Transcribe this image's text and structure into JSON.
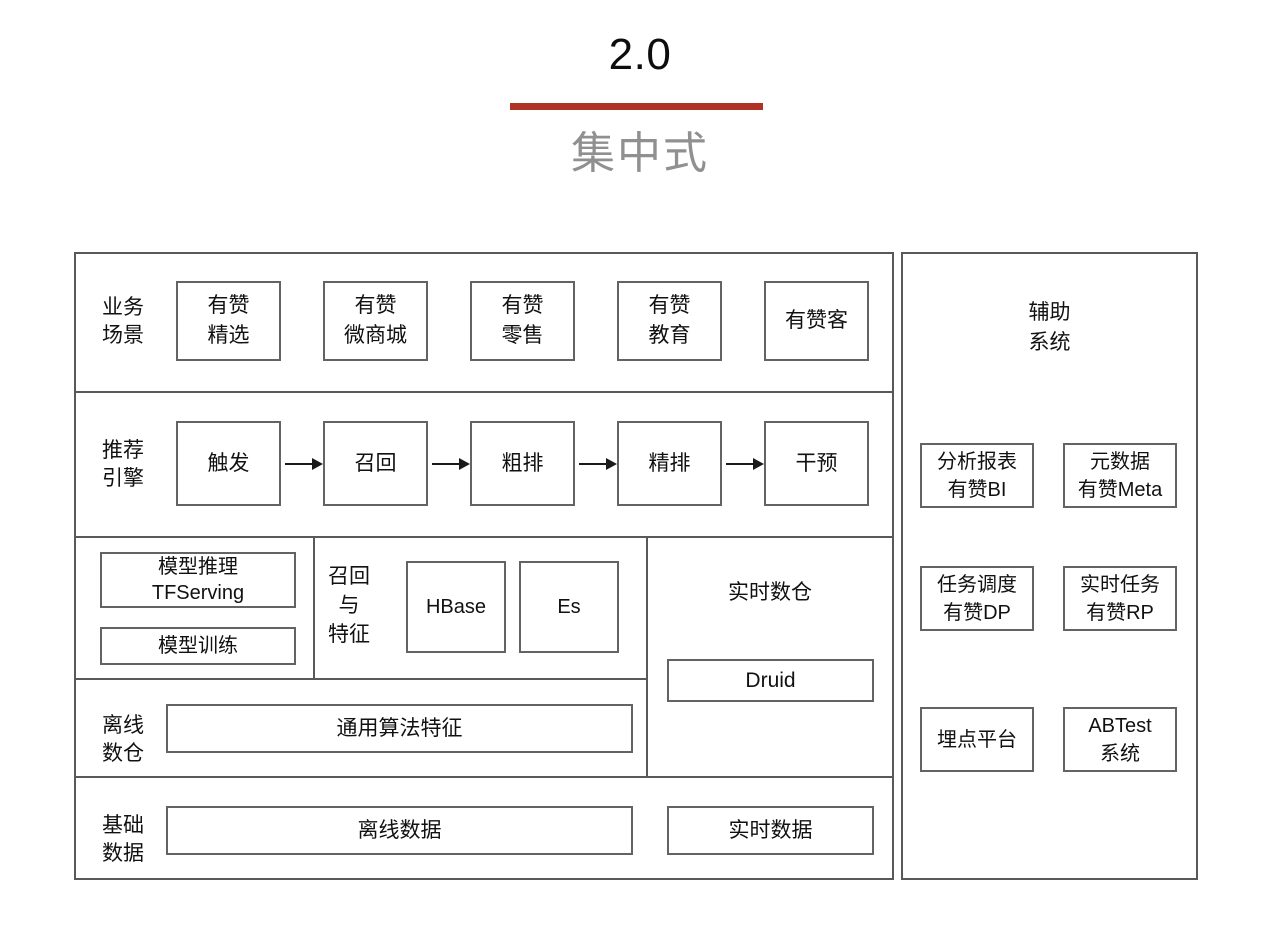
{
  "header": {
    "title": "2.0",
    "subtitle": "集中式",
    "divider_color": "#b03224"
  },
  "diagram": {
    "type": "architecture-layer-diagram",
    "rows": [
      {
        "id": "business-scenarios",
        "label": "业务\n场景",
        "nodes": [
          {
            "id": "youzan-jingxuan",
            "label": "有赞\n精选"
          },
          {
            "id": "youzan-weishangcheng",
            "label": "有赞\n微商城"
          },
          {
            "id": "youzan-lingshou",
            "label": "有赞\n零售"
          },
          {
            "id": "youzan-jiaoyu",
            "label": "有赞\n教育"
          },
          {
            "id": "youzan-ke",
            "label": "有赞客"
          }
        ]
      },
      {
        "id": "recommendation-engine",
        "label": "推荐\n引擎",
        "nodes": [
          {
            "id": "trigger",
            "label": "触发"
          },
          {
            "id": "recall",
            "label": "召回"
          },
          {
            "id": "coarse-rank",
            "label": "粗排"
          },
          {
            "id": "fine-rank",
            "label": "精排"
          },
          {
            "id": "intervene",
            "label": "干预"
          }
        ],
        "flow": "触发 → 召回 → 粗排 → 精排 → 干预"
      },
      {
        "id": "model-and-feature",
        "groups": [
          {
            "id": "model-group",
            "nodes": [
              {
                "id": "model-inference",
                "label": "模型推理\nTFServing"
              },
              {
                "id": "model-training",
                "label": "模型训练"
              }
            ]
          },
          {
            "id": "recall-feature-group",
            "label": "召回\n与\n特征",
            "nodes": [
              {
                "id": "hbase",
                "label": "HBase"
              },
              {
                "id": "es",
                "label": "Es"
              }
            ]
          }
        ]
      },
      {
        "id": "offline-warehouse",
        "label": "离线\n数仓",
        "nodes": [
          {
            "id": "general-algo-feature",
            "label": "通用算法特征"
          }
        ]
      },
      {
        "id": "base-data",
        "label": "基础\n数据",
        "nodes": [
          {
            "id": "offline-data",
            "label": "离线数据"
          },
          {
            "id": "realtime-data",
            "label": "实时数据"
          }
        ]
      }
    ],
    "realtime_warehouse": {
      "id": "realtime-warehouse",
      "heading": "实时数仓",
      "nodes": [
        {
          "id": "druid",
          "label": "Druid"
        }
      ]
    },
    "support_panel": {
      "id": "support-systems",
      "heading": "辅助\n系统",
      "nodes": [
        {
          "id": "analysis-report",
          "label": "分析报表\n有赞BI"
        },
        {
          "id": "metadata",
          "label": "元数据\n有赞Meta"
        },
        {
          "id": "task-scheduler",
          "label": "任务调度\n有赞DP"
        },
        {
          "id": "realtime-task",
          "label": "实时任务\n有赞RP"
        },
        {
          "id": "tracking-platform",
          "label": "埋点平台"
        },
        {
          "id": "abtest-system",
          "label": "ABTest\n系统"
        }
      ]
    }
  }
}
